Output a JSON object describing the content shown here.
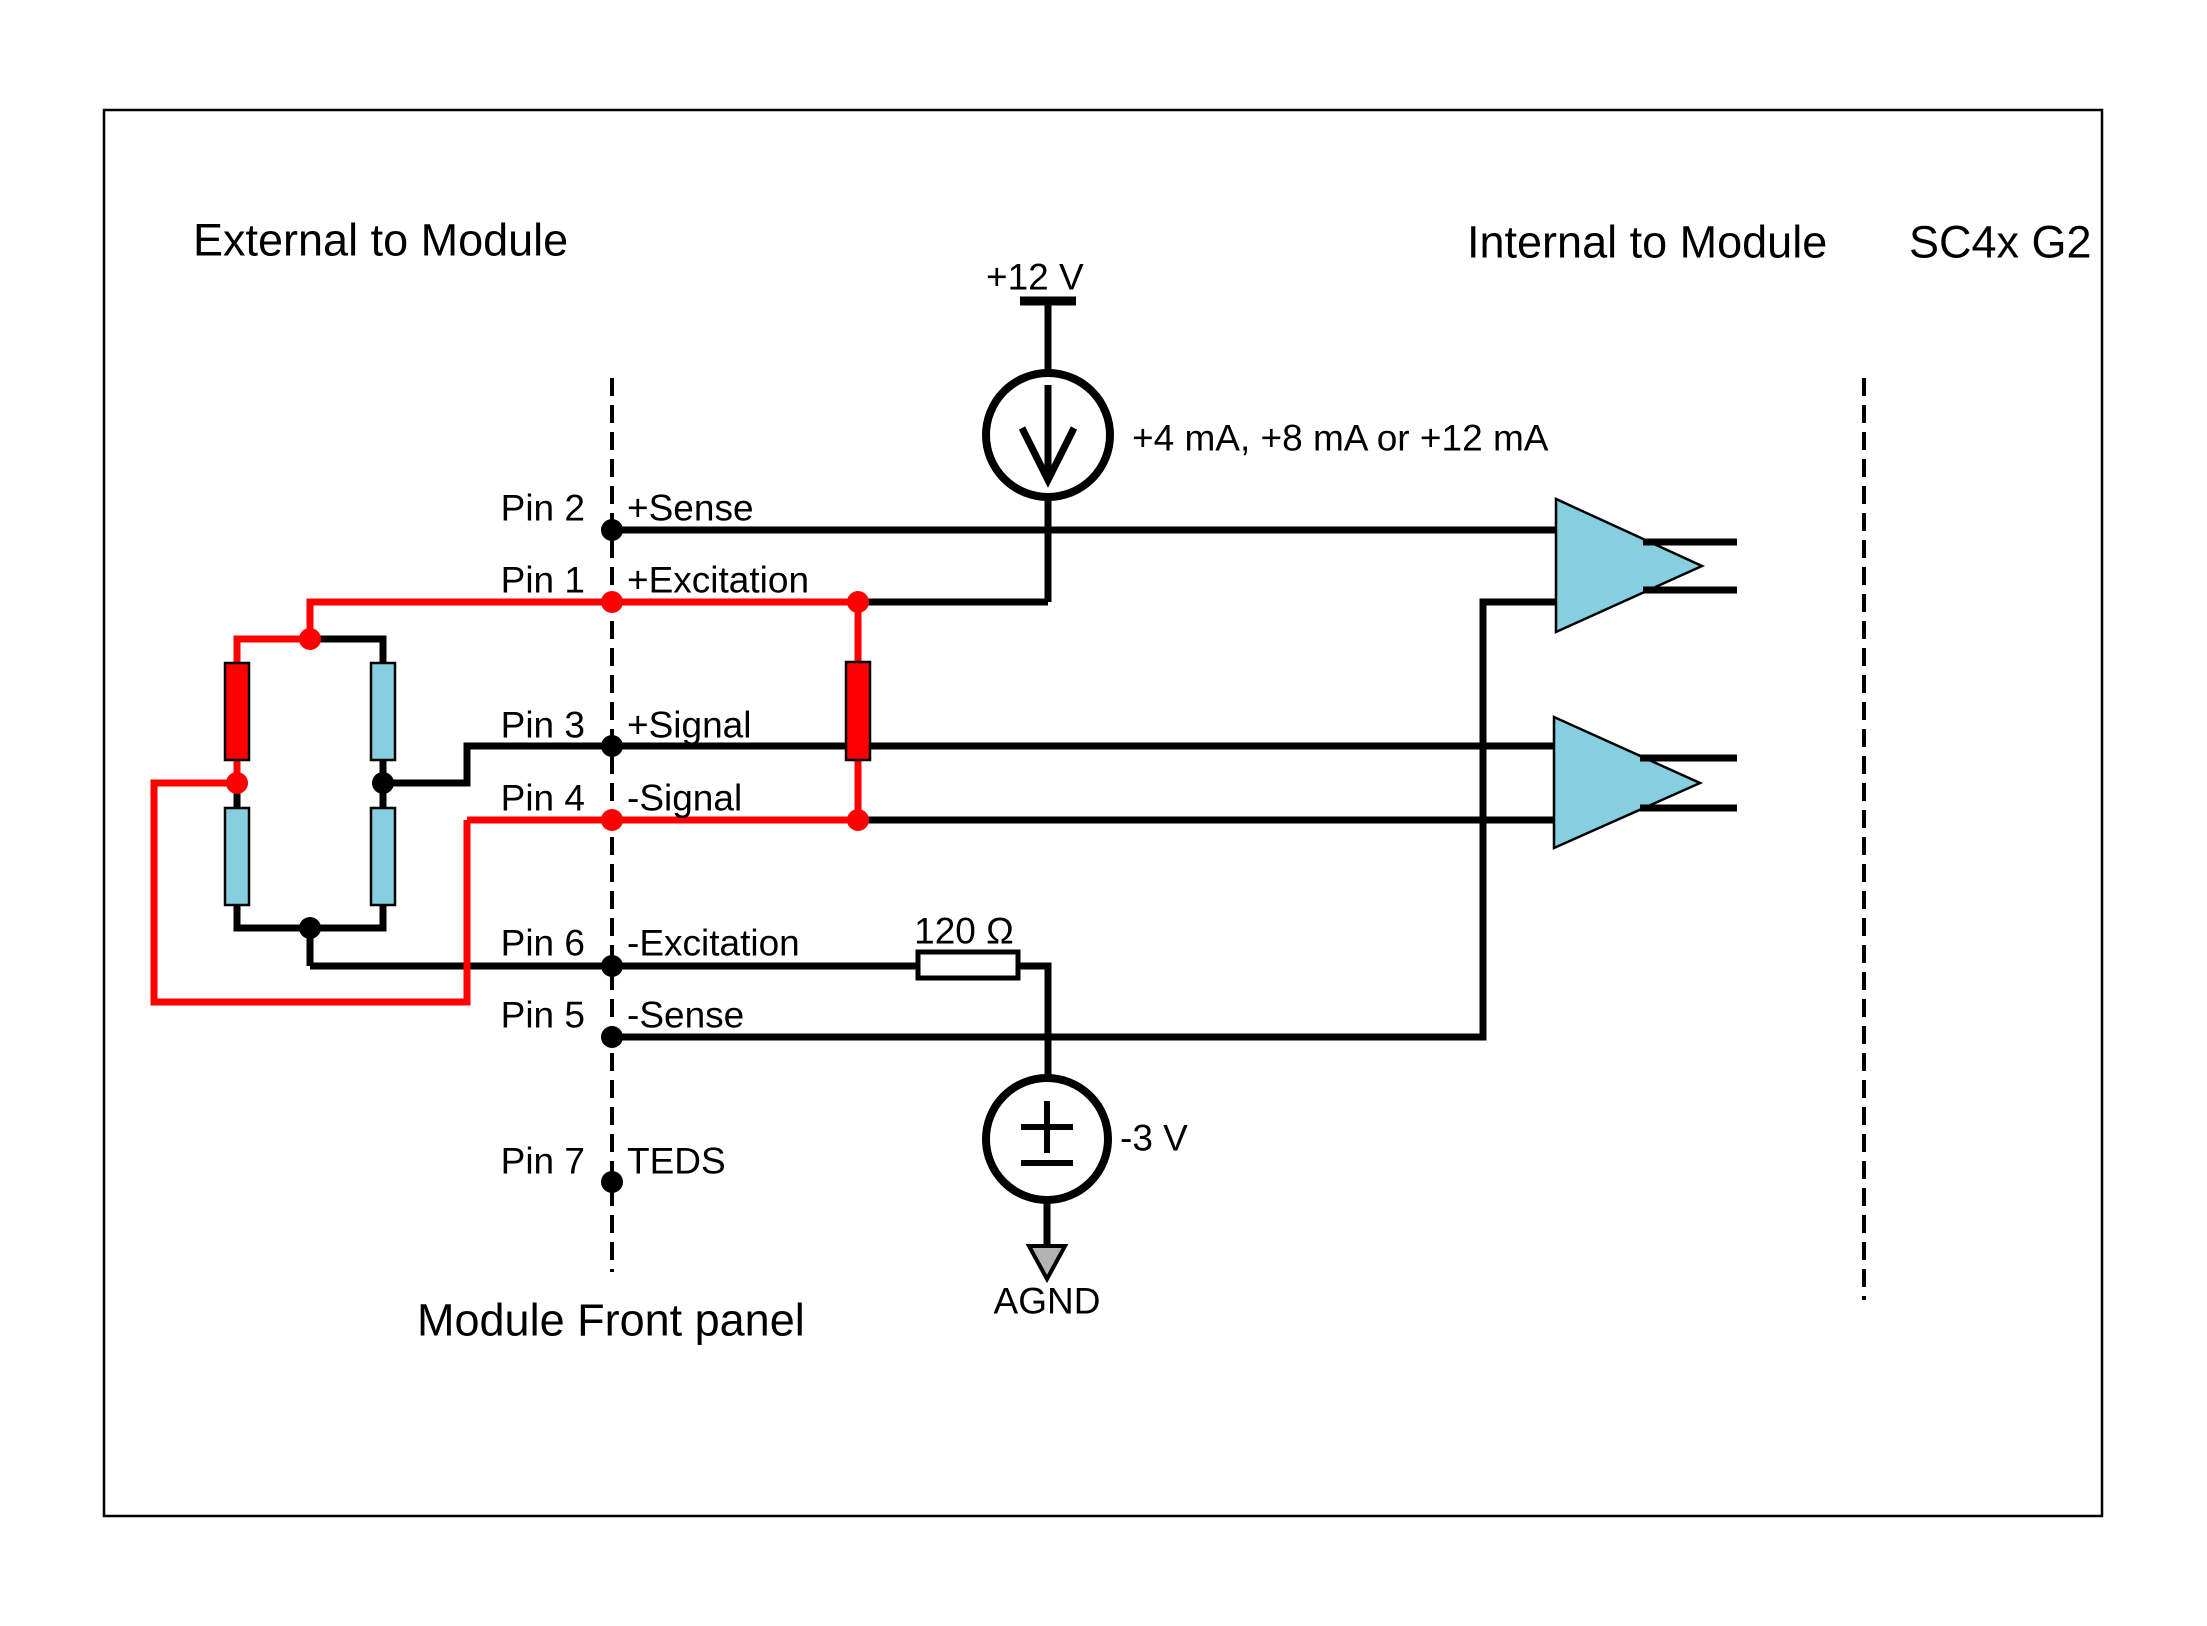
{
  "header": {
    "external_label": "External to Module",
    "internal_label": "Internal to Module",
    "model": "SC4x G2"
  },
  "front_panel": {
    "label": "Module Front panel"
  },
  "pins": [
    {
      "pin": "Pin 2",
      "signal": "+Sense"
    },
    {
      "pin": "Pin 1",
      "signal": "+Excitation"
    },
    {
      "pin": "Pin 3",
      "signal": "+Signal"
    },
    {
      "pin": "Pin 4",
      "signal": "-Signal"
    },
    {
      "pin": "Pin 6",
      "signal": "-Excitation"
    },
    {
      "pin": "Pin 5",
      "signal": "-Sense"
    },
    {
      "pin": "Pin 7",
      "signal": "TEDS"
    }
  ],
  "excitation_source": {
    "supply_label": "+12 V",
    "current_label": "+4 mA, +8 mA or +12 mA"
  },
  "bias_source": {
    "voltage_label": "-3 V",
    "ground_label": "AGND"
  },
  "shunt_resistor": {
    "value_label": "120 Ω"
  },
  "colors": {
    "wire": "#000000",
    "highlight_red": "#ff0000",
    "component_cyan": "#85cfe0",
    "ground_gray": "#b3b3b3",
    "background": "#ffffff"
  }
}
